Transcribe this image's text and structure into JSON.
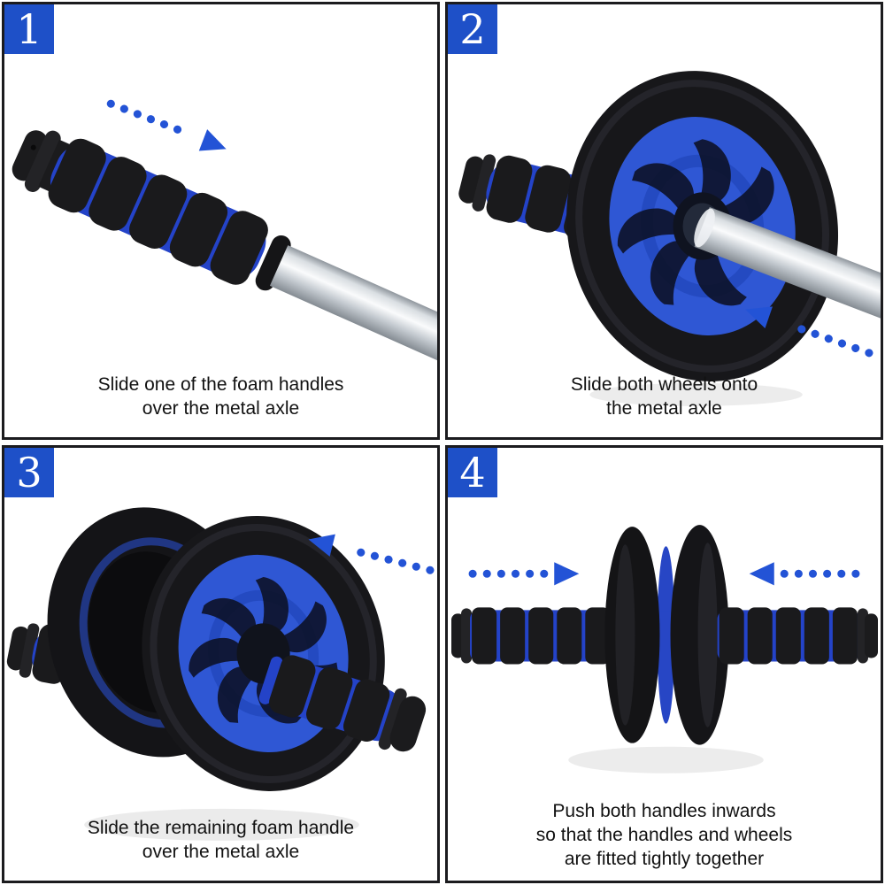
{
  "sheet": {
    "background": "#ffffff",
    "panel_border_color": "#1b1b1e",
    "layout": "2x2-step-grid"
  },
  "colors": {
    "badge_blue": "#1e50c8",
    "badge_digit": "#ffffff",
    "arrow_blue": "#2353d6",
    "hub_blue": "#2f57d4",
    "hub_blue_dark": "#1c3fb0",
    "stripe_blue": "#2443c8",
    "tire_black": "#17171a",
    "foam_black": "#1a1a1c",
    "axle_silver": "#dfe4e8",
    "caption_text": "#111111"
  },
  "steps": [
    {
      "number": "1",
      "caption": "Slide one of the foam handles\nover the metal axle",
      "illustration": "foam-handle-sliding-onto-metal-axle",
      "arrow": "dotted-arrow-down-right"
    },
    {
      "number": "2",
      "caption": "Slide both wheels onto\nthe metal axle",
      "illustration": "wheel-sliding-onto-metal-axle",
      "arrow": "dotted-arrow-up-left"
    },
    {
      "number": "3",
      "caption": "Slide the remaining foam handle\nover the metal axle",
      "illustration": "remaining-handle-sliding-onto-axle",
      "arrow": "dotted-arrow-left"
    },
    {
      "number": "4",
      "caption": "Push both handles inwards\nso that the handles and wheels\nare fitted tightly together",
      "illustration": "assembled-ab-roller-side-view",
      "arrow_left": "dotted-arrow-right",
      "arrow_right": "dotted-arrow-left"
    }
  ]
}
